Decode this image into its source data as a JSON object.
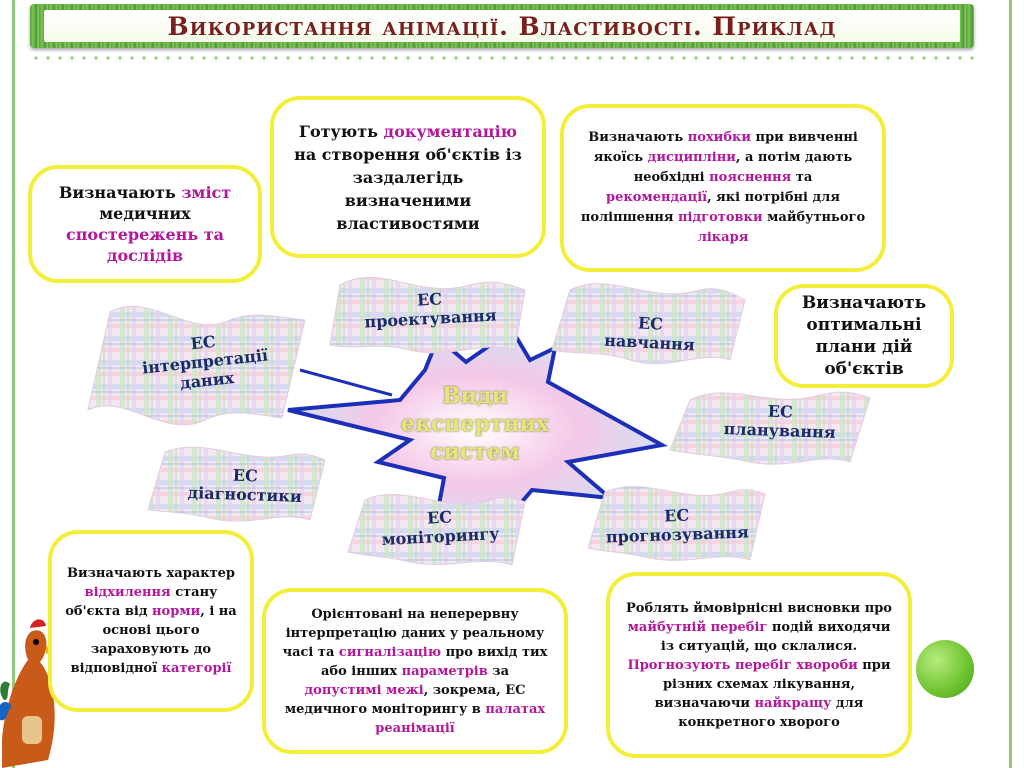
{
  "title": "Використання анімації. Властивості. Приклад",
  "center": {
    "line1": "Види",
    "line2": "експертних",
    "line3": "систем"
  },
  "flags": {
    "interpretation": [
      "ЕС",
      "інтерпретації",
      "даних"
    ],
    "design": [
      "ЕС",
      "проектування"
    ],
    "training": [
      "ЕС",
      "навчання"
    ],
    "planning": [
      "ЕС",
      "планування"
    ],
    "diagnostics": [
      "ЕС",
      "діагностики"
    ],
    "monitoring": [
      "ЕС",
      "моніторингу"
    ],
    "forecasting": [
      "ЕС",
      "прогнозування"
    ]
  },
  "bubbles": {
    "interpretation": {
      "p1": "Визначають ",
      "h1": "зміст",
      "p2": " медичних ",
      "h2": "спостережень та дослідів"
    },
    "design": {
      "p1": "Готують ",
      "h1": "документацію",
      "p2": " на створення об'єктів із заздалегідь визначеними властивостями"
    },
    "training": {
      "p1": "Визначають ",
      "h1": "похибки",
      "p2": " при вивченні якоїсь ",
      "h2": "дисципліни",
      "p3": ", а потім дають необхідні ",
      "h3": "пояснення",
      "p4": " та ",
      "h4": "рекомендації",
      "p5": ", які потрібні для поліпшення ",
      "h5": "підготовки",
      "p6": " майбутнього ",
      "h6": "лікаря"
    },
    "planning": {
      "text": "Визначають оптимальні плани дій об'єктів"
    },
    "diagnostics": {
      "p1": "Визначають характер ",
      "h1": "відхилення",
      "p2": " стану об'єкта від ",
      "h2": "норми",
      "p3": ", і на основі цього зараховують до відповідної ",
      "h3": "категорії"
    },
    "monitoring": {
      "p1": "Орієнтовані на неперервну інтерпретацію даних у реальному часі та ",
      "h1": "сигналізацію",
      "p2": " про вихід тих або інших ",
      "h2": "параметрів",
      "p3": " за ",
      "h3": "допустимі межі",
      "p4": ", зокрема, ЕС медичного моніторингу в ",
      "h4": "палатах реанімації"
    },
    "forecasting": {
      "p1": "Роблять ймовірнісні висновки про ",
      "h1": "майбутній перебіг",
      "p2": " подій виходячи із ситуацій, що склалися. ",
      "h2": "Прогнозують перебіг хвороби",
      "p3": " при різних схемах лікування, визначаючи ",
      "h3": "найкращу",
      "p4": " для конкретного хворого"
    }
  },
  "colors": {
    "title": "#7a1f1f",
    "highlight": "#b3179c",
    "bubble_border": "#f2ee3a",
    "star_outline": "#1c2fb8",
    "frame": "#8fc97a"
  }
}
